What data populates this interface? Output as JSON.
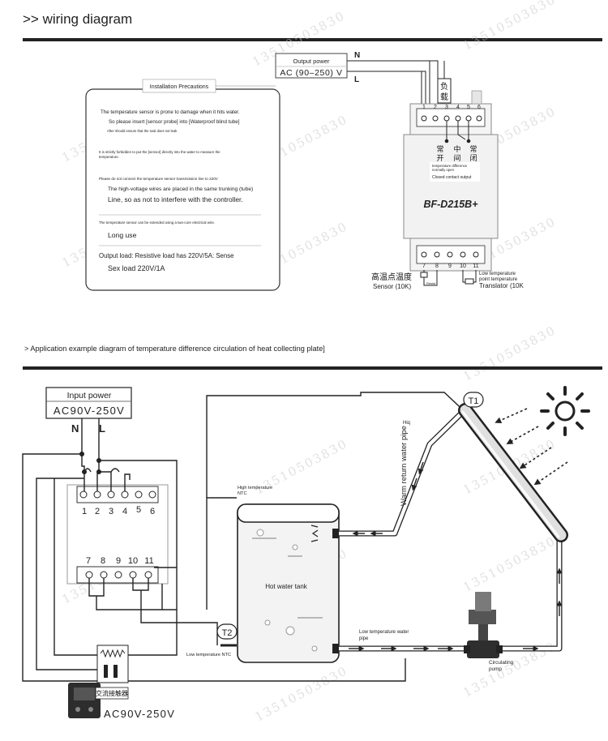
{
  "header": {
    "title": ">> wiring diagram"
  },
  "section2": {
    "title": "> Application example diagram of temperature difference circulation of heat collecting plate]"
  },
  "top": {
    "output_power_label": "Output power",
    "output_power_value": "AC (90–250) V",
    "n_label": "N",
    "l_label": "L",
    "load_label": [
      "负",
      "载"
    ],
    "upper_terminals": [
      "1",
      "2",
      "3",
      "4",
      "5",
      "6"
    ],
    "relay_labels": [
      [
        "常",
        "开"
      ],
      [
        "中",
        "间"
      ],
      [
        "常",
        "闭"
      ]
    ],
    "relay_notes": [
      "temperature difference",
      "normally open",
      "Closed contact output"
    ],
    "model": "BF-D215B+",
    "lower_terminals": [
      "7",
      "8",
      "9",
      "10",
      "11"
    ],
    "high_sensor_cn": "高温点温度",
    "high_sensor_en": "Sensor (10K)",
    "low_sensor_en": [
      "Low temperature",
      "point temperature",
      "Translator (10K"
    ],
    "lower_small": "Resist"
  },
  "precautions": {
    "title": "Installation Precautions",
    "lines": [
      "The temperature sensor is prone to damage when it hits water.",
      "So please insert [sensor probe] into [Waterproof blind tube]",
      "After should ensure that the seal does not leak",
      "It is strictly forbidden to put the [sensor] directly into the water to measure the",
      "temperature.",
      "Please do not connect the temperature sensor transmission line to 220V",
      "The high-voltage wires are placed in the same trunking (tube)",
      "Line, so as not to interfere with the controller.",
      "The temperature sensor can be extended using a two-core electrical wire.",
      "Long use",
      "Output load: Resistive load has 220V/5A: Sense",
      "Sex load 220V/1A"
    ]
  },
  "bottom": {
    "input_power_label": "Input power",
    "input_power_value": "AC90V-250V",
    "n_label": "N",
    "l_label": "L",
    "upper_terminals": [
      "1",
      "2",
      "3",
      "4",
      "5",
      "6"
    ],
    "lower_terminals": [
      "7",
      "8",
      "9",
      "10",
      "11"
    ],
    "high_ntc": [
      "High temperature",
      "NTC"
    ],
    "tank_label": "Hot water tank",
    "t2_label": "T2",
    "low_ntc": "Low temperature NTC",
    "contactor_label": "交流接触器",
    "contactor_power": "AC90V-250V",
    "t1_label": "T1",
    "hiq": "Hiq",
    "warm_pipe": "Warm return water pipe",
    "low_pipe": [
      "Low temperature water",
      "pipe"
    ],
    "pump_label": [
      "Circulating",
      "pump"
    ]
  },
  "watermark": "13510503830"
}
